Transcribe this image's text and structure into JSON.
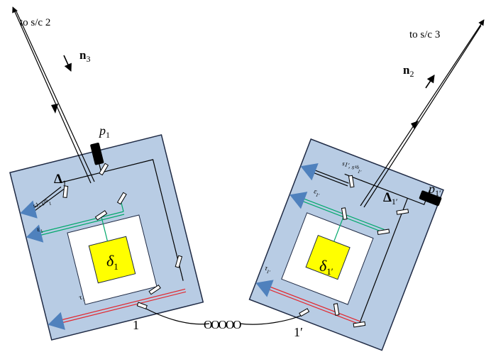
{
  "labels": {
    "to_sc2": "to s/c 2",
    "to_sc3": "to s/c 3",
    "n3": "n",
    "n3_sub": "3",
    "n2": "n",
    "n2_sub": "2",
    "p1": "p",
    "p1_sub": "1",
    "p1p": "p",
    "p1p_sub": "1′",
    "Delta1": "Δ",
    "Delta1_sub": "1",
    "Delta1p": "Δ",
    "Delta1p_sub": "1′",
    "delta1": "δ",
    "delta1_sub": "1",
    "delta1p": "δ",
    "delta1p_sub": "1′",
    "s1_sb1": "s",
    "s1_sb1_rest": "1, s",
    "s1_sb1_sup": "sb",
    "s1_sb1_end": "1",
    "s1p_sb1p": "s",
    "s1p_sb1p_rest": "1′, s",
    "s1p_sb1p_sup": "sb",
    "s1p_sb1p_end": "1′",
    "eps1": "ε",
    "eps1_sub": "1",
    "eps1p": "ε",
    "eps1p_sub": "1′",
    "tau1": "τ",
    "tau1_sub": "1",
    "tau1p": "τ",
    "tau1p_sub": "1′",
    "fiber_end_1": "1",
    "fiber_end_1p": "1′",
    "coil": "OOOOO"
  },
  "colors": {
    "bench": "#b8cce4",
    "bench_border": "#1f2a44",
    "inner_white": "#ffffff",
    "yellow": "#ffff00",
    "arrow_blue": "#4f81bd",
    "green_beam": "#00a86b",
    "red_beam": "#e3262d",
    "black": "#000000"
  }
}
